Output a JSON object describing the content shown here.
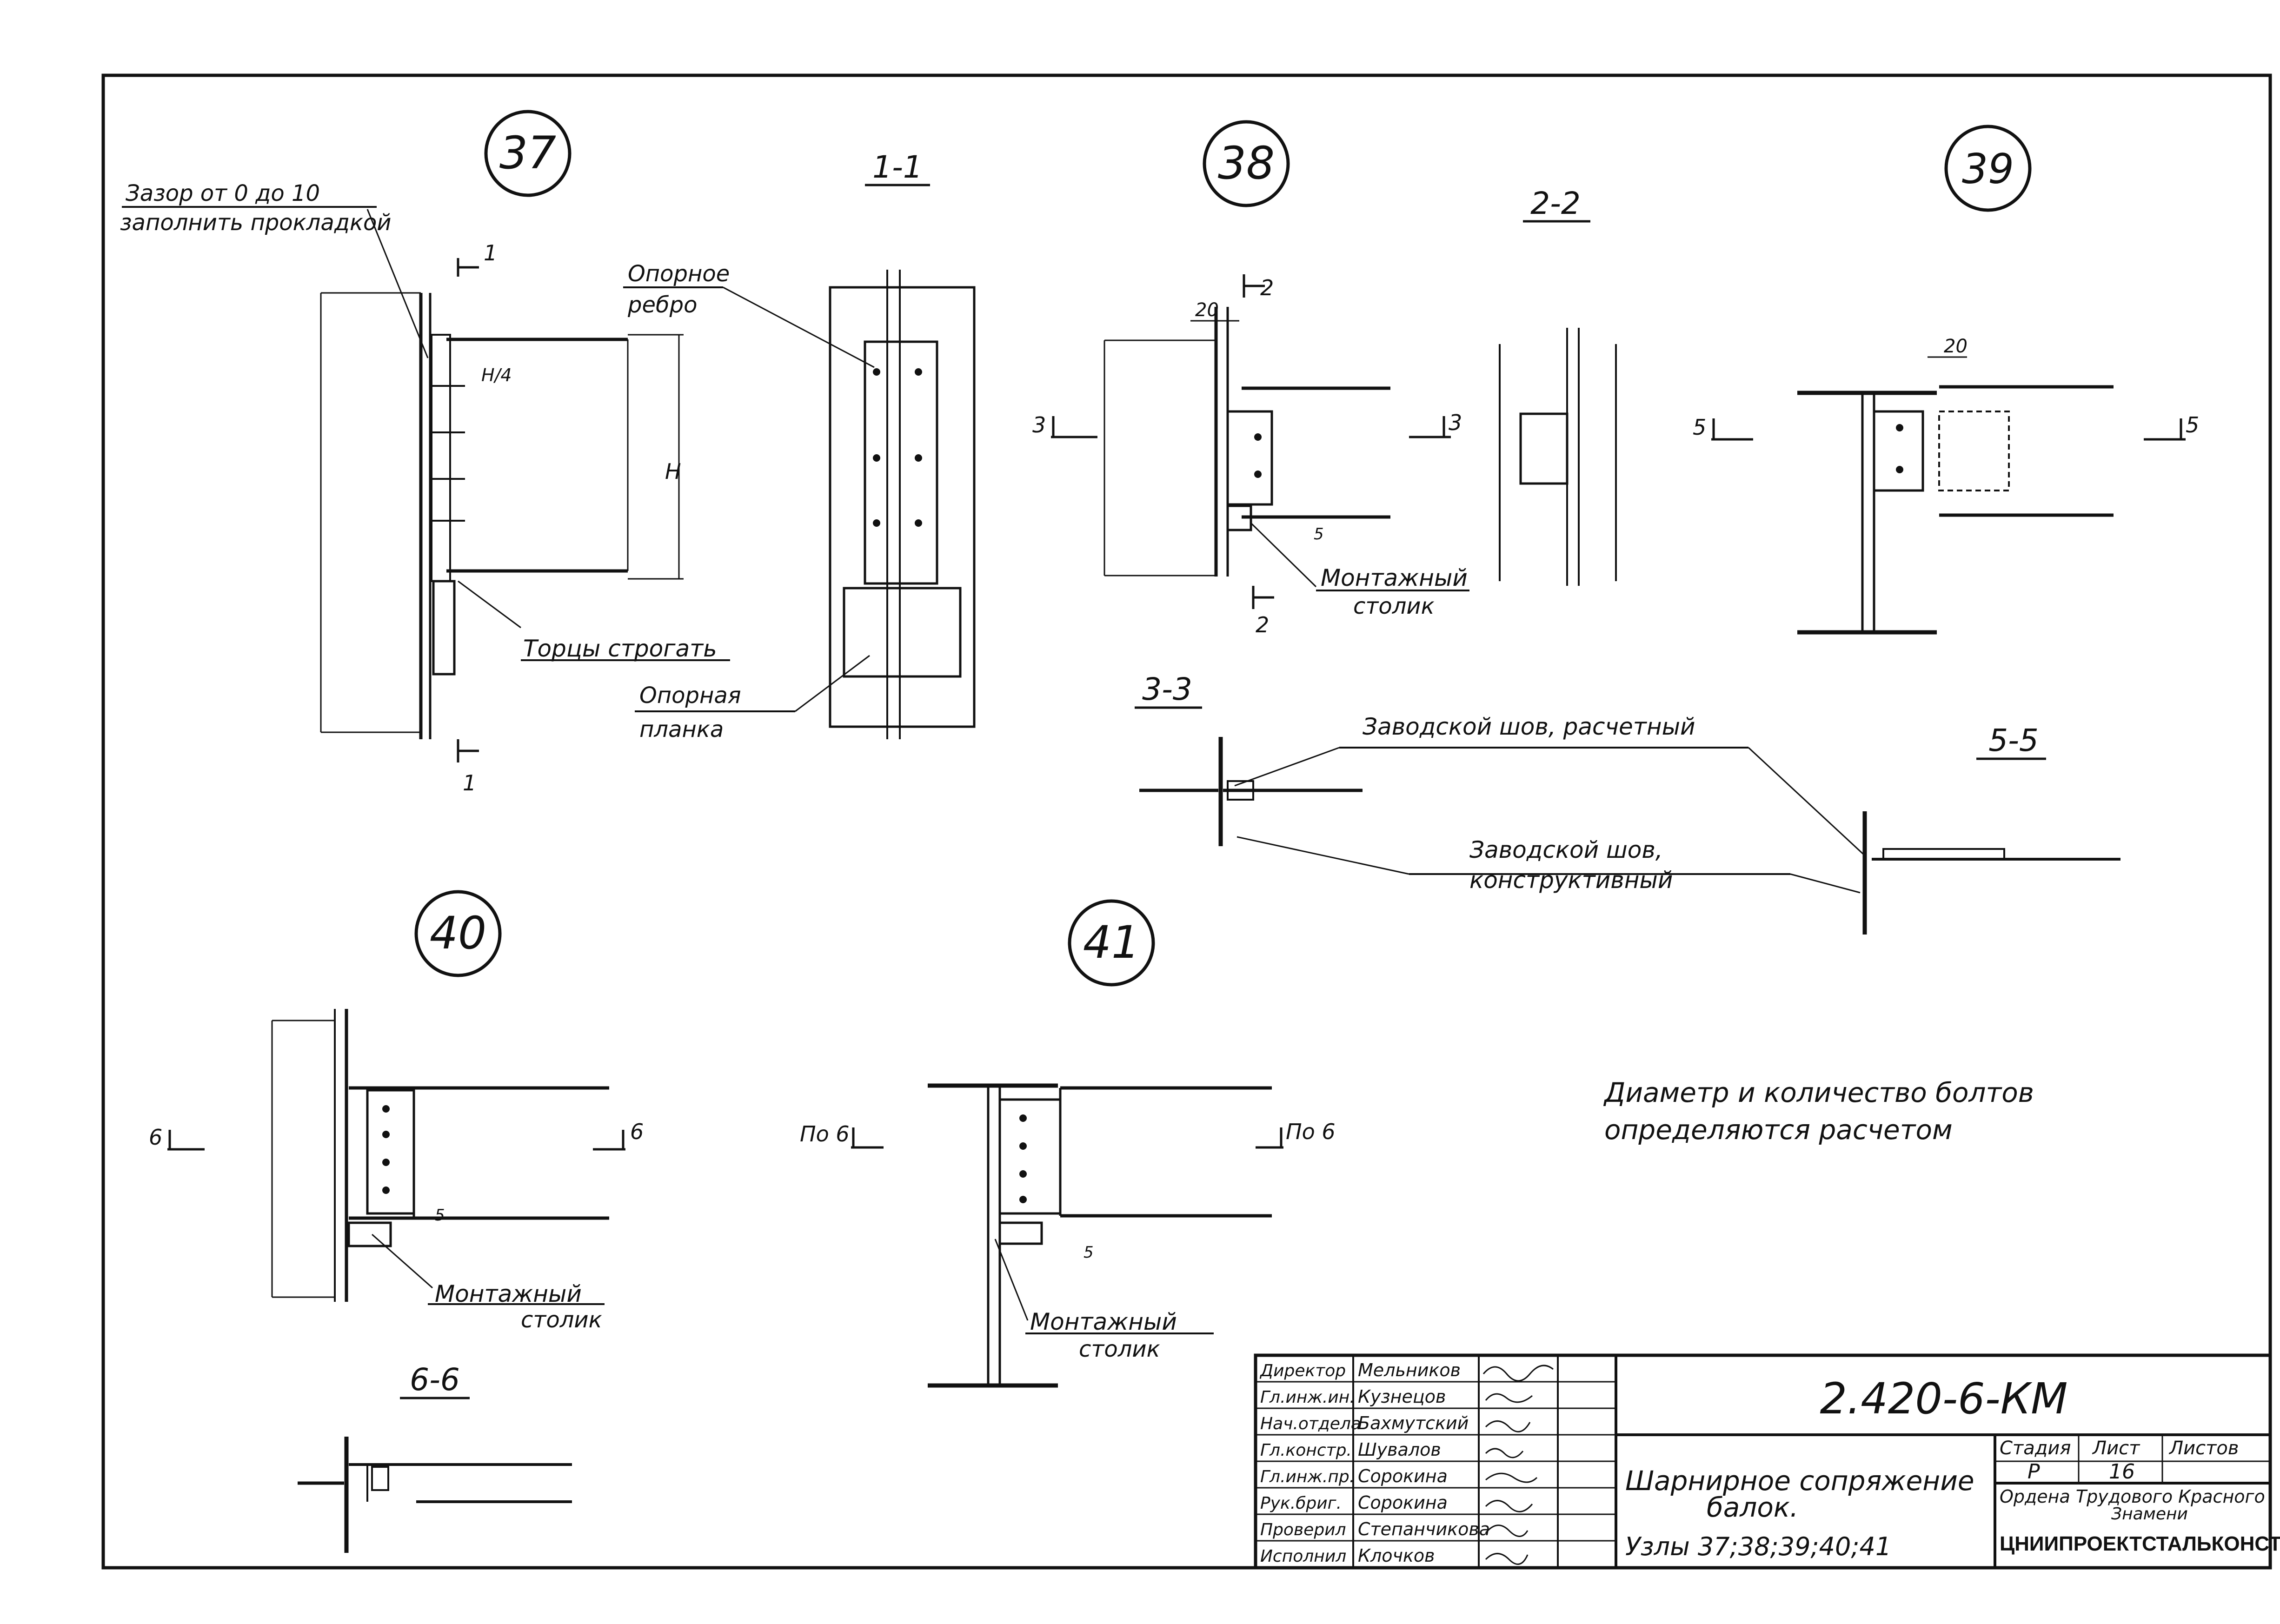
{
  "nodes": [
    {
      "id": "37",
      "section": "1-1",
      "notes": [
        {
          "text": "Зазор  от 0 до 10"
        },
        {
          "text": "заполнить прокладкой"
        },
        {
          "text": "Опорное"
        },
        {
          "text": "ребро"
        },
        {
          "text": "Торцы  строгать"
        },
        {
          "text": "Опорная"
        },
        {
          "text": "планка"
        }
      ]
    },
    {
      "id": "38",
      "section": "2-2",
      "notes": [
        {
          "text": "Монтажный"
        },
        {
          "text": "столик"
        }
      ]
    },
    {
      "id": "39",
      "section": "5-5",
      "notes": []
    },
    {
      "id": "40",
      "section": "6-6",
      "notes": [
        {
          "text": "Монтажный"
        },
        {
          "text": "столик"
        }
      ]
    },
    {
      "id": "41",
      "section": "",
      "notes": [
        {
          "text": "Монтажный"
        },
        {
          "text": "столик"
        }
      ]
    }
  ],
  "labels": {
    "cut_1": "1",
    "cut_2": "2",
    "cut_3": "3",
    "cut_5": "5",
    "cut_6": "6",
    "cut_po6": "По 6",
    "section_33": "3-3",
    "dim_20": "20",
    "dim_h": "H",
    "dim_h4": "H/4",
    "dim_5": "5"
  },
  "welds": {
    "design": "Заводской    шов, расчетный",
    "constructive_1": "Заводской    шов,",
    "constructive_2": "конструктивный"
  },
  "note": {
    "line1": "Диаметр  и количество  болтов",
    "line2": "определяются   расчетом"
  },
  "title_block": {
    "code": "2.420-6-КМ",
    "title_1": "Шарнирное сопряжение",
    "title_2": "балок.",
    "nodes_line": "Узлы 37;38;39;40;41",
    "stage_header": "Стадия",
    "sheet_header": "Лист",
    "sheets_header": "Листов",
    "stage": "Р",
    "sheet": "16",
    "sheets": "",
    "org_1": "Ордена Трудового Красного",
    "org_2": "Знамени",
    "org_3": "ЦНИИПРОЕКТСТАЛЬКОНСТРУКЦИЯ",
    "staff": [
      {
        "role": "Директор",
        "name": "Мельников"
      },
      {
        "role": "Гл.инж.ин.",
        "name": "Кузнецов"
      },
      {
        "role": "Нач.отдела",
        "name": "Бахмутский"
      },
      {
        "role": "Гл.констр.",
        "name": "Шувалов"
      },
      {
        "role": "Гл.инж.пр.",
        "name": "Сорокина"
      },
      {
        "role": "Рук.бриг.",
        "name": "Сорокина"
      },
      {
        "role": "Проверил",
        "name": "Степанчикова"
      },
      {
        "role": "Исполнил",
        "name": "Клочков"
      }
    ]
  }
}
